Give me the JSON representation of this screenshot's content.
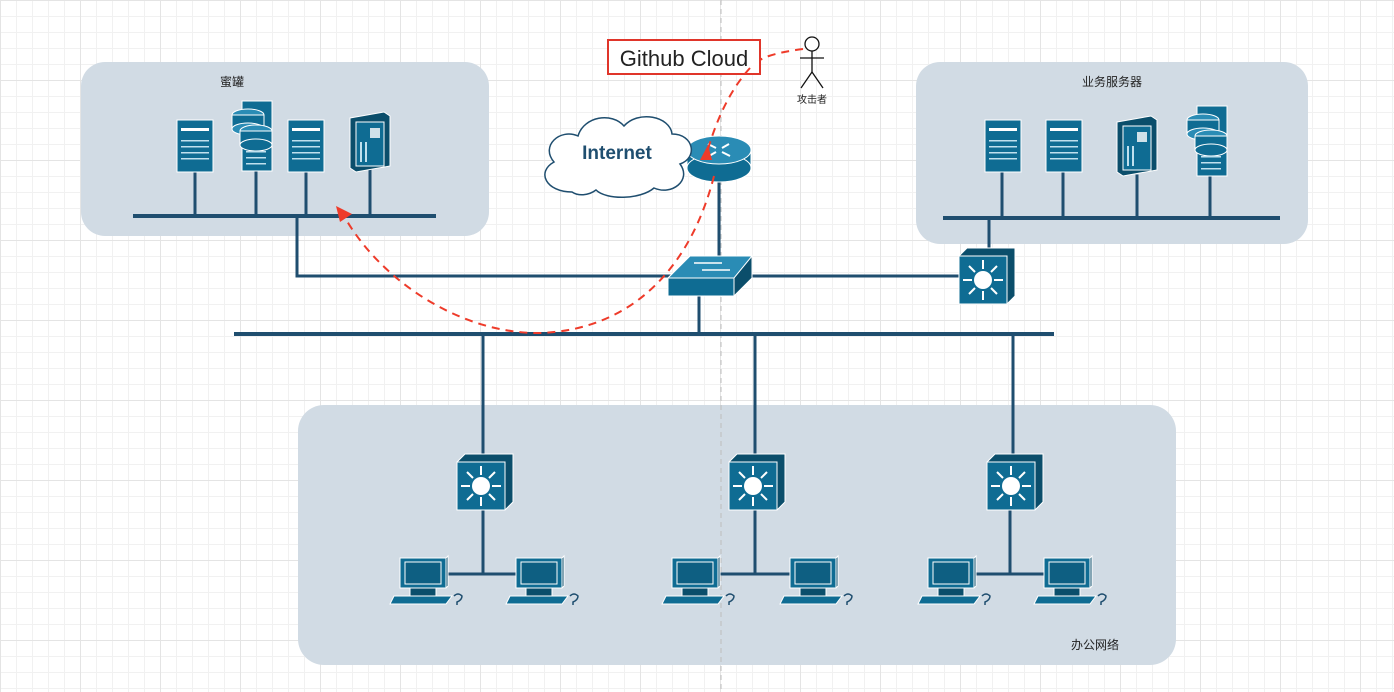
{
  "groups": {
    "honeypot": "蜜罐",
    "business": "业务服务器",
    "office": "办公网络"
  },
  "cloud_label": "Internet",
  "github_label": "Github  Cloud",
  "attacker_label": "攻击者",
  "colors": {
    "group_fill": "#d1dbe4",
    "device": "#0f6c93",
    "wire": "#1f4e6f",
    "attack_path": "#ee3b2a"
  },
  "icons": [
    "server-icon",
    "database-server-icon",
    "router-icon",
    "switch-icon",
    "l3-switch-icon",
    "workstation-icon",
    "cloud-icon",
    "person-icon"
  ]
}
